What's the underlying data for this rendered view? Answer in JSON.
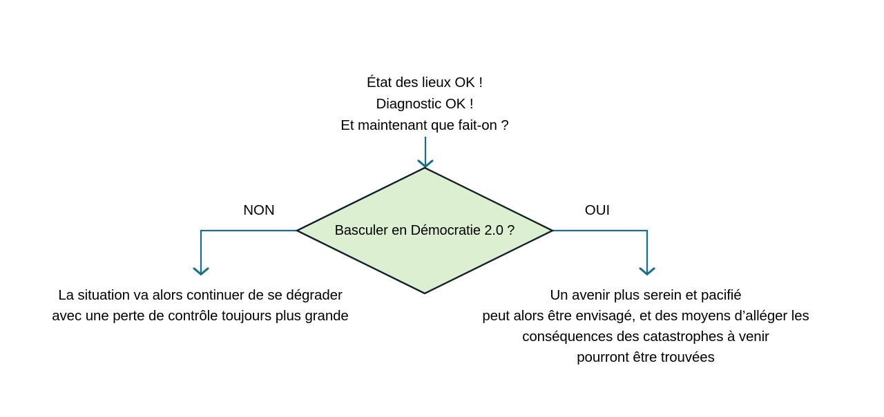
{
  "page": {
    "background_color": "#ffffff",
    "title": "Basculer en Démocratie 2.0 ?"
  },
  "intro": {
    "text": "État des lieux OK !\nDiagnostic OK !\nEt maintenant que fait-on ?"
  },
  "decision": {
    "label": "Basculer en Démocratie 2.0 ?",
    "fill_color": "#dcefd1",
    "border_color": "#14202e",
    "shape": "diamond"
  },
  "branches": {
    "no": {
      "label": "NON",
      "outcome": "La situation va alors continuer de se dégrader\navec une perte de contrôle toujours plus grande"
    },
    "yes": {
      "label": "OUI",
      "outcome": "Un avenir plus serein et pacifié\npeut alors être envisagé, et des moyens d’alléger les\nconséquences des catastrophes à venir\npourront être trouvées"
    }
  },
  "connectors": {
    "color": "#1b6e8e",
    "arrow_in": "arrow-down-icon",
    "arrow_no": "arrow-down-icon",
    "arrow_yes": "arrow-down-icon"
  }
}
